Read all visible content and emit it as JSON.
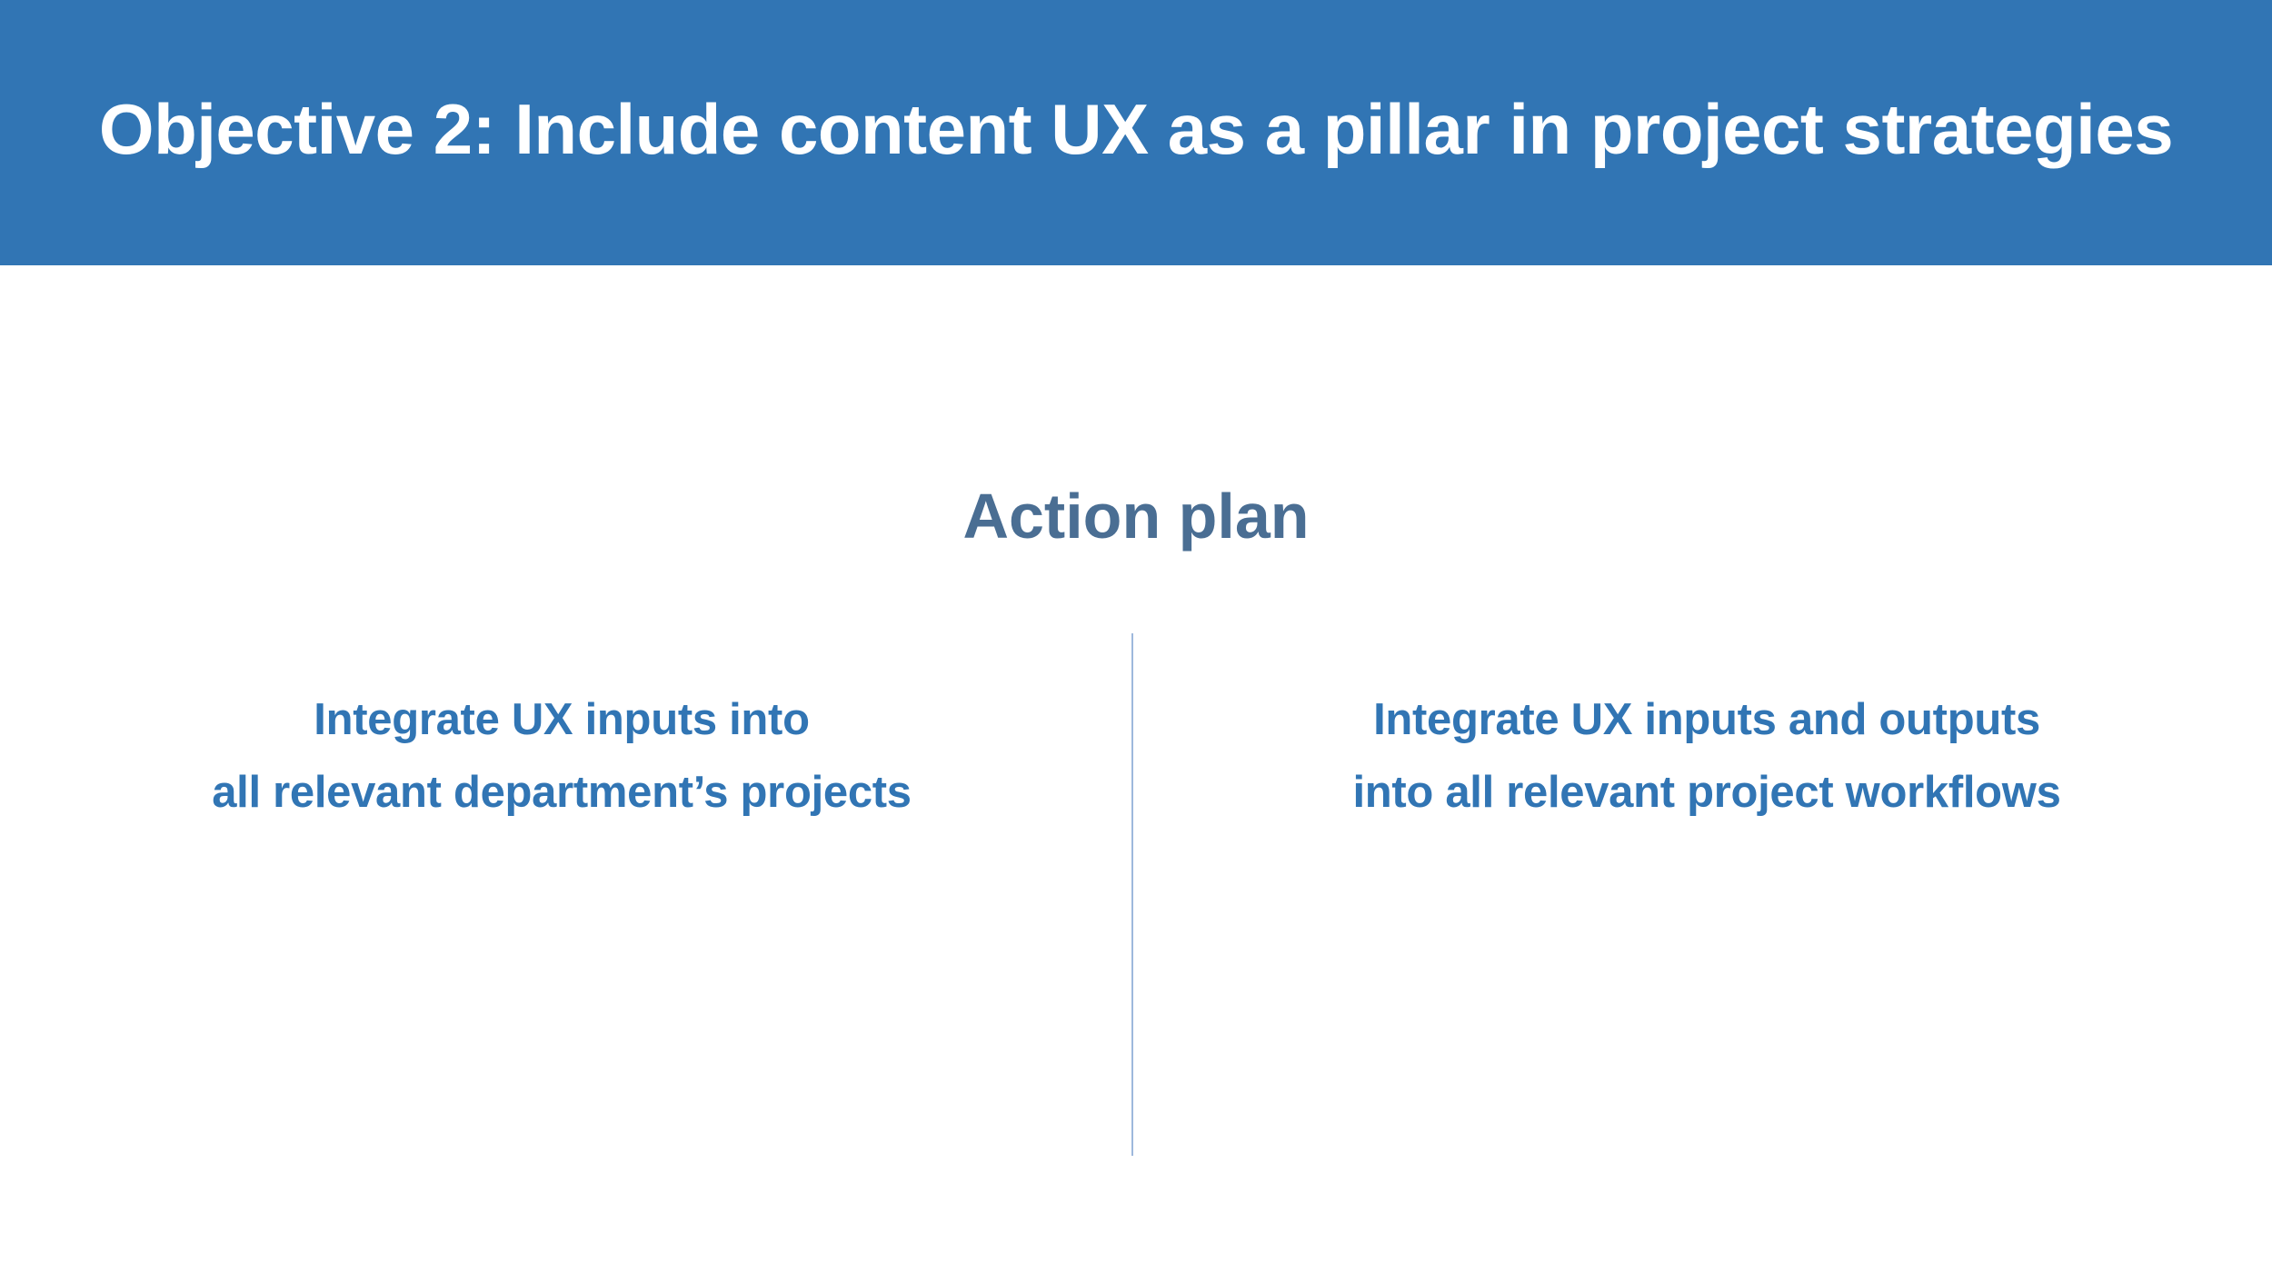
{
  "header": {
    "title": "Objective 2: Include content UX as a pillar in project strategies"
  },
  "main": {
    "heading": "Action plan",
    "columns": [
      {
        "lines": [
          "Integrate UX inputs into",
          "all relevant department’s projects"
        ]
      },
      {
        "lines": [
          "Integrate UX inputs and outputs",
          "into all relevant project workflows"
        ]
      }
    ]
  },
  "colors": {
    "header_background": "#3175b4",
    "heading_text": "#4a6e93",
    "column_text": "#3175b4",
    "divider": "#9eb8dc"
  }
}
